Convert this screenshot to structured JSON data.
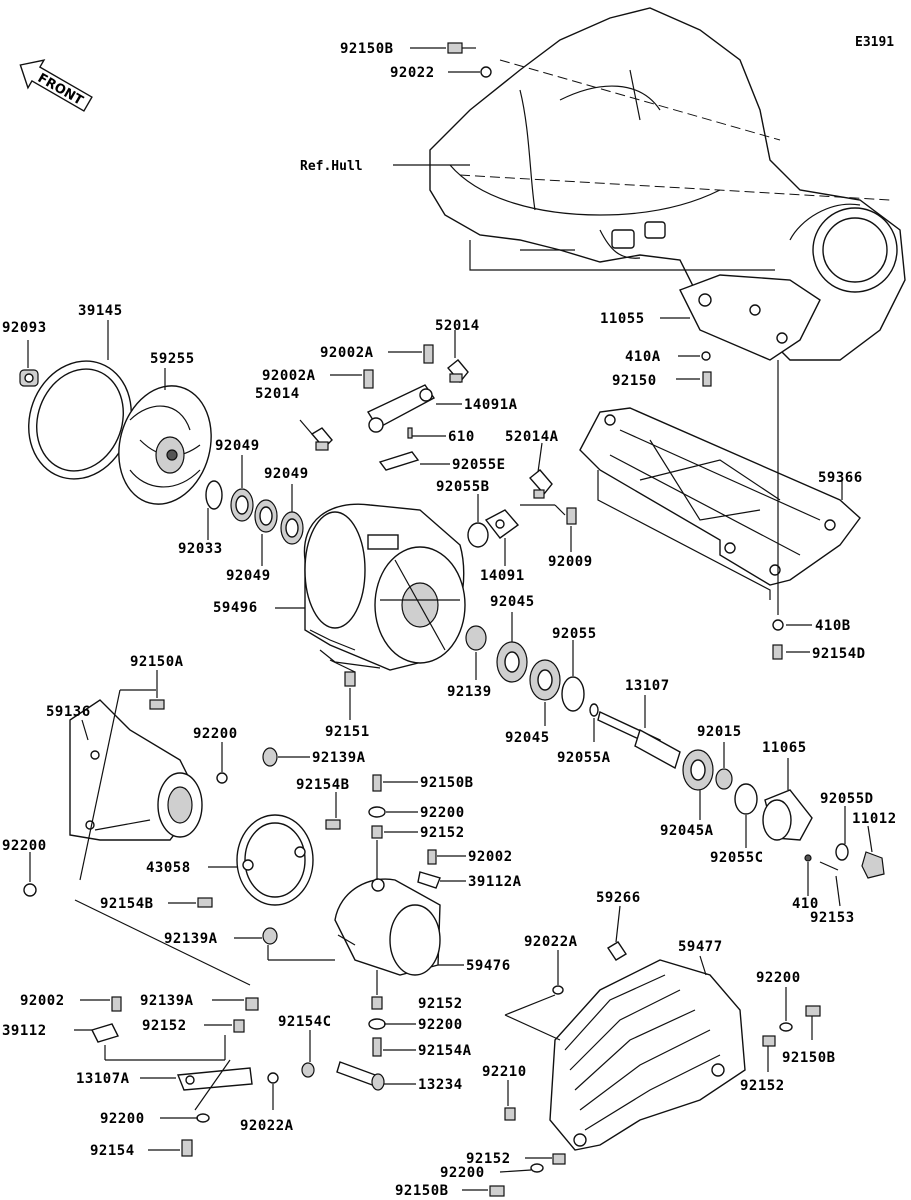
{
  "figure_id": "E3191",
  "front_label": "FRONT",
  "hull_label": "Ref.Hull",
  "callouts": {
    "c92150B_top": "92150B",
    "c92022_top": "92022",
    "c11055": "11055",
    "c410A": "410A",
    "c92150_right": "92150",
    "c92093": "92093",
    "c39145": "39145",
    "c59255": "59255",
    "c92002A_1": "92002A",
    "c92002A_2": "92002A",
    "c52014_1": "52014",
    "c52014_2": "52014",
    "c14091A": "14091A",
    "c610": "610",
    "c52014A": "52014A",
    "c92049_1": "92049",
    "c92049_2": "92049",
    "c92049_3": "92049",
    "c92055E": "92055E",
    "c92055B": "92055B",
    "c92033": "92033",
    "c14091": "14091",
    "c92009": "92009",
    "c59366": "59366",
    "c59496": "59496",
    "c92045_1": "92045",
    "c92055": "92055",
    "c410B": "410B",
    "c92154D": "92154D",
    "c92150A": "92150A",
    "c13107": "13107",
    "c59136": "59136",
    "c92151": "92151",
    "c92139": "92139",
    "c92045_2": "92045",
    "c92055A": "92055A",
    "c92015": "92015",
    "c11065": "11065",
    "c92200_a": "92200",
    "c92139A_1": "92139A",
    "c92154B_1": "92154B",
    "c92150B_mid": "92150B",
    "c92200_b": "92200",
    "c92152_a": "92152",
    "c92055D": "92055D",
    "c11012": "11012",
    "c92045A": "92045A",
    "c92055C": "92055C",
    "c92200_left": "92200",
    "c43058": "43058",
    "c92002_mid": "92002",
    "c39112A": "39112A",
    "c410": "410",
    "c92153": "92153",
    "c92154B_2": "92154B",
    "c59266": "59266",
    "c92139A_2": "92139A",
    "c59476": "59476",
    "c92022A_1": "92022A",
    "c59477": "59477",
    "c92200_c": "92200",
    "c92002_low": "92002",
    "c92139A_3": "92139A",
    "c92152_b": "92152",
    "c39112": "39112",
    "c92152_c": "92152",
    "c92154C": "92154C",
    "c92200_d": "92200",
    "c92154A": "92154A",
    "c92150B_right": "92150B",
    "c13107A": "13107A",
    "c13234": "13234",
    "c92210": "92210",
    "c92152_d": "92152",
    "c92200_e": "92200",
    "c92022A_2": "92022A",
    "c92154": "92154",
    "c92152_e": "92152",
    "c92200_f": "92200",
    "c92150B_bottom": "92150B"
  }
}
